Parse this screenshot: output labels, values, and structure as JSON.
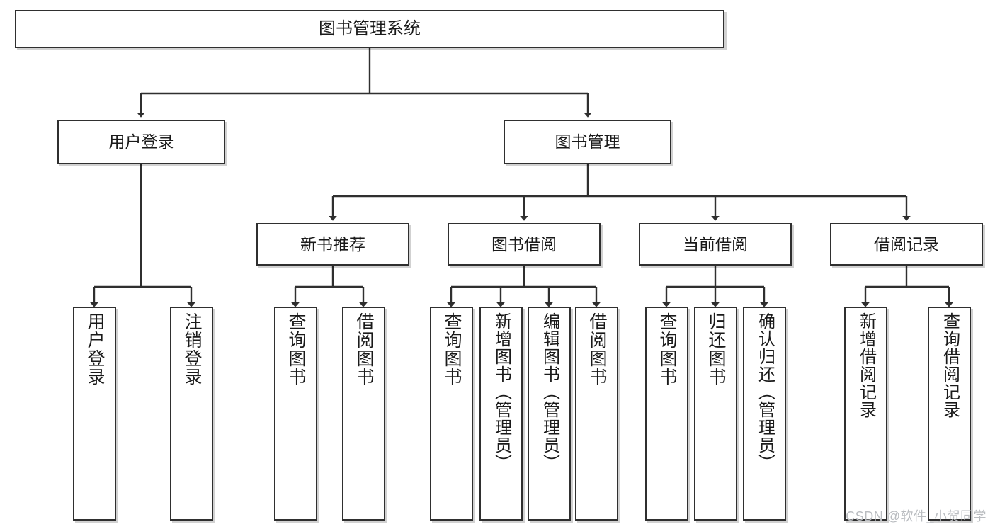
{
  "diagram": {
    "title": "图书管理系统",
    "type": "tree",
    "orientation": "top-down",
    "colors": {
      "box_border": "#2f2f2f",
      "box_fill": "#ffffff",
      "connector": "#2f2f2f",
      "text": "#1a1a1a",
      "watermark": "#b9bcc0"
    }
  },
  "root": {
    "label": "图书管理系统"
  },
  "level2": [
    {
      "label": "用户登录"
    },
    {
      "label": "图书管理"
    }
  ],
  "level3": [
    {
      "label": "新书推荐"
    },
    {
      "label": "图书借阅"
    },
    {
      "label": "当前借阅"
    },
    {
      "label": "借阅记录"
    }
  ],
  "leaves": {
    "user_login": [
      {
        "label": "用户登录"
      },
      {
        "label": "注销登录"
      }
    ],
    "new_book_recommend": [
      {
        "label": "查询图书"
      },
      {
        "label": "借阅图书"
      }
    ],
    "book_borrow": [
      {
        "label": "查询图书"
      },
      {
        "label": "新增图书（管理员）"
      },
      {
        "label": "编辑图书（管理员）"
      },
      {
        "label": "借阅图书"
      }
    ],
    "current_borrow": [
      {
        "label": "查询图书"
      },
      {
        "label": "归还图书"
      },
      {
        "label": "确认归还（管理员）"
      }
    ],
    "borrow_record": [
      {
        "label": "新增借阅记录"
      },
      {
        "label": "查询借阅记录"
      }
    ]
  },
  "watermark": {
    "text": "CSDN @软件_小贺同学"
  }
}
